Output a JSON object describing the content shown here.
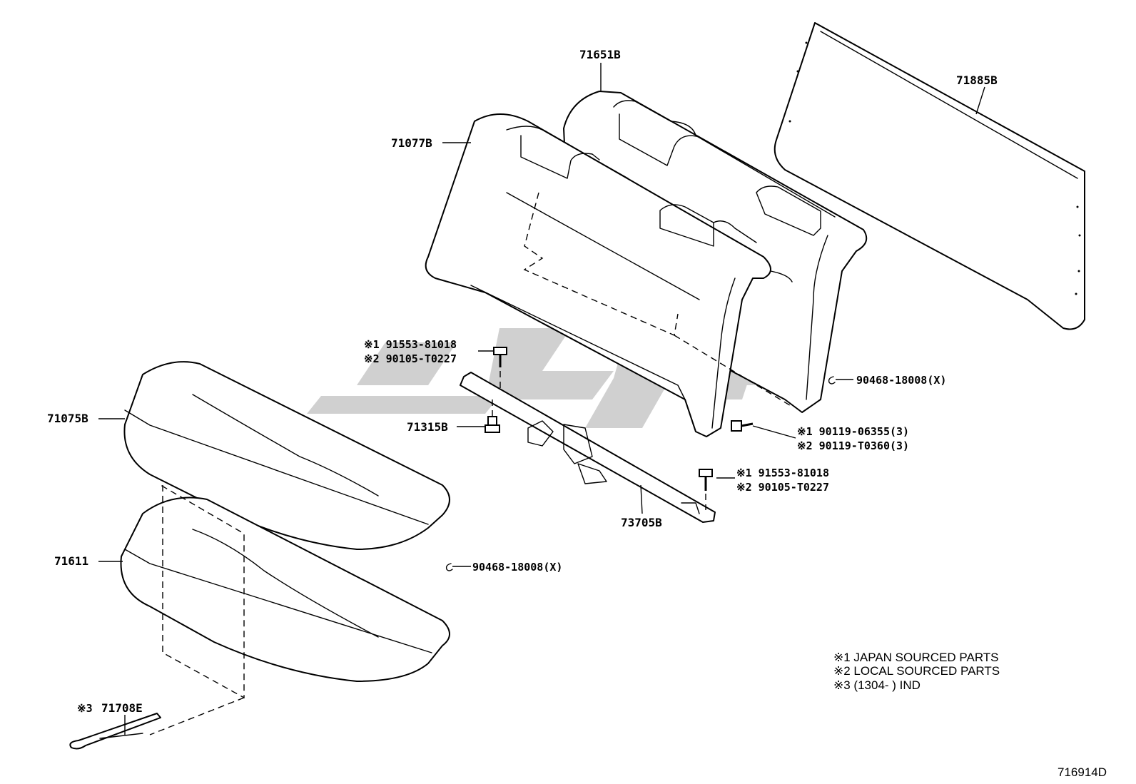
{
  "parts": {
    "p71651b": "71651B",
    "p71885b": "71885B",
    "p71077b": "71077B",
    "p71075b": "71075B",
    "p71611": "71611",
    "p71315b": "71315B",
    "p73705b": "73705B",
    "p71708e_mark": "※3",
    "p71708e": "71708E",
    "bolt_top_1": "※1 91553-81018",
    "bolt_top_2": "※2 90105-T0227",
    "bolt_right_1": "※1 91553-81018",
    "bolt_right_2": "※2 90105-T0227",
    "clip_right": "90468-18008(X)",
    "clip_left": "90468-18008(X)",
    "screw_1": "※1 90119-06355(3)",
    "screw_2": "※2 90119-T0360(3)"
  },
  "notes": {
    "line1": "※1 JAPAN SOURCED PARTS",
    "line2": "※2 LOCAL SOURCED PARTS",
    "line3": "※3 (1304-        ) IND"
  },
  "diagram_code": "716914D",
  "watermark_color": "#c8c8c8"
}
